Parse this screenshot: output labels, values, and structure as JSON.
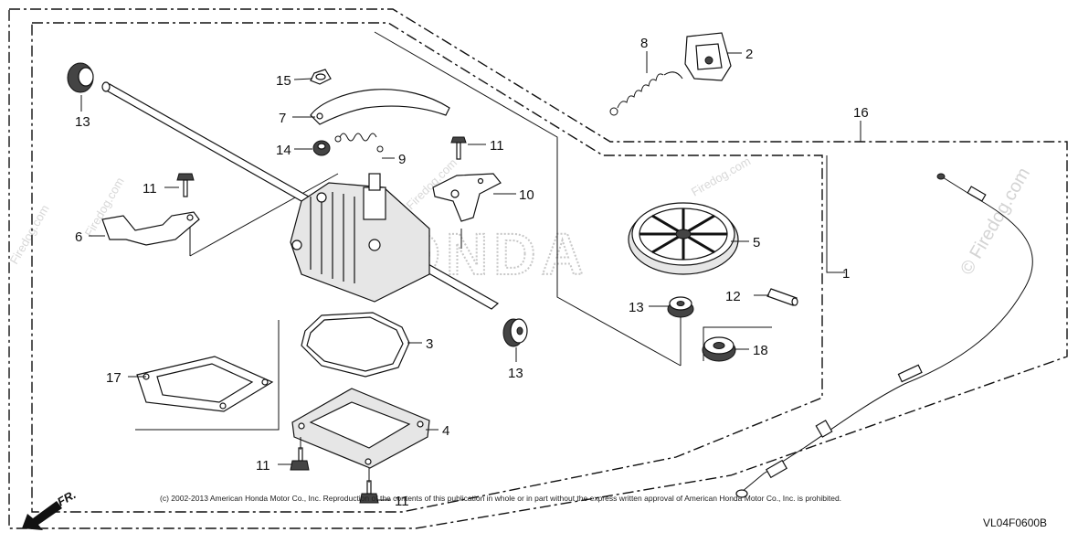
{
  "diagram": {
    "watermarks": [
      "© Firedog.com",
      "Firedog.com",
      "Firedog.com",
      "Firedog.com",
      "Firedog.com",
      "HONDA"
    ],
    "copyright": "(c) 2002-2013 American Honda Motor Co., Inc. Reproduction of the contents of this publication in whole or in part without the express written approval of American Honda Motor Co., Inc. is prohibited.",
    "figure_code": "VL04F0600B",
    "direction_label": "FR.",
    "callouts": [
      {
        "id": "p13a",
        "label": "13"
      },
      {
        "id": "p15",
        "label": "15"
      },
      {
        "id": "p7",
        "label": "7"
      },
      {
        "id": "p14",
        "label": "14"
      },
      {
        "id": "p9",
        "label": "9"
      },
      {
        "id": "p11a",
        "label": "11"
      },
      {
        "id": "p11b",
        "label": "11"
      },
      {
        "id": "p10",
        "label": "10"
      },
      {
        "id": "p6",
        "label": "6"
      },
      {
        "id": "p8",
        "label": "8"
      },
      {
        "id": "p2",
        "label": "2"
      },
      {
        "id": "p16",
        "label": "16"
      },
      {
        "id": "p5",
        "label": "5"
      },
      {
        "id": "p1",
        "label": "1"
      },
      {
        "id": "p12",
        "label": "12"
      },
      {
        "id": "p13b",
        "label": "13"
      },
      {
        "id": "p18",
        "label": "18"
      },
      {
        "id": "p3",
        "label": "3"
      },
      {
        "id": "p13c",
        "label": "13"
      },
      {
        "id": "p17",
        "label": "17"
      },
      {
        "id": "p4",
        "label": "4"
      },
      {
        "id": "p11c",
        "label": "11"
      },
      {
        "id": "p11d",
        "label": "11"
      }
    ]
  }
}
